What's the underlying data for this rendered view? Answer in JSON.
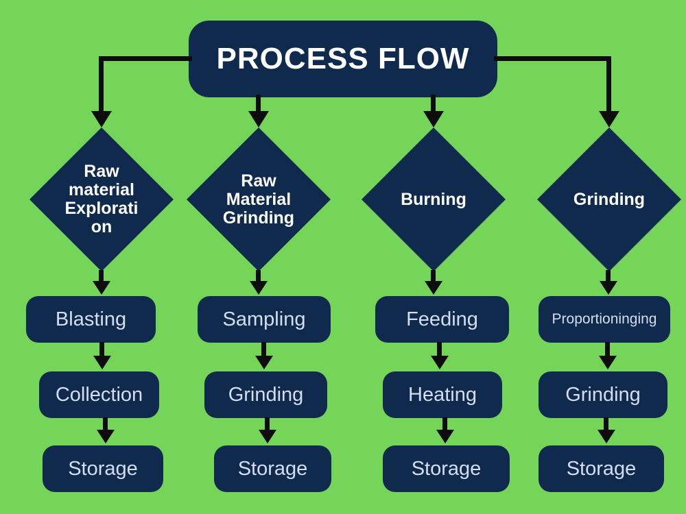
{
  "title": "PROCESS FLOW",
  "colors": {
    "background": "#74d558",
    "node": "#0f2a4d",
    "title_text": "#ffffff",
    "box_text": "#d5ddee",
    "arrow": "#0d0d0d"
  },
  "columns": [
    {
      "diamond": "Raw\nmaterial\nExplorati\non",
      "steps": [
        "Blasting",
        "Collection",
        "Storage"
      ]
    },
    {
      "diamond": "Raw\nMaterial\nGrinding",
      "steps": [
        "Sampling",
        "Grinding",
        "Storage"
      ]
    },
    {
      "diamond": "Burning",
      "steps": [
        "Feeding",
        "Heating",
        "Storage"
      ]
    },
    {
      "diamond": "Grinding",
      "steps": [
        "Proportioninging",
        "Grinding",
        "Storage"
      ]
    }
  ]
}
